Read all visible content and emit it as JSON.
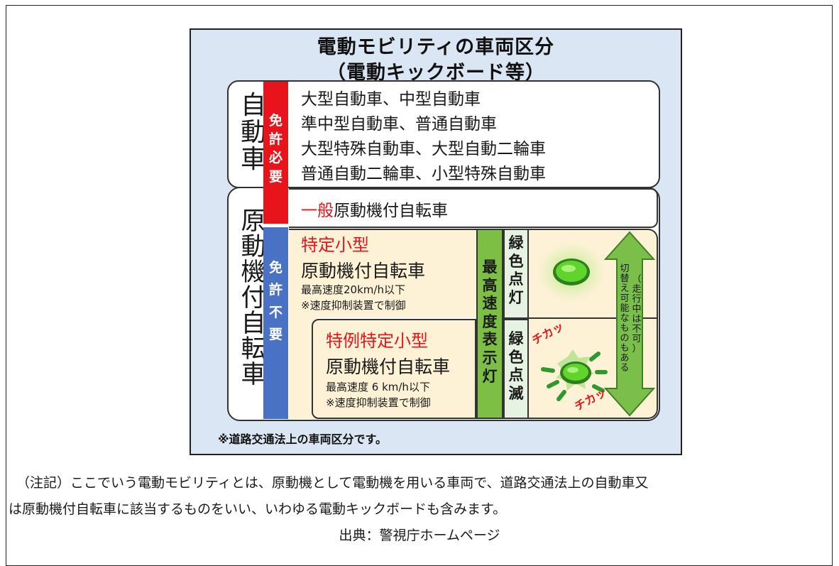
{
  "diagram": {
    "title_line1": "電動モビリティの車両区分",
    "title_line2": "（電動キックボード等）",
    "automobile": {
      "category_chars": [
        "自",
        "動",
        "車"
      ],
      "license_chars": [
        "免",
        "許",
        "必",
        "要"
      ],
      "items": [
        "大型自動車、中型自動車",
        "準中型自動車、普通自動車",
        "大型特殊自動車、大型自動二輪車",
        "普通自動二輪車、小型特殊自動車"
      ]
    },
    "moped": {
      "category_chars": [
        "原",
        "動",
        "機",
        "付",
        "自",
        "転",
        "車"
      ],
      "general_prefix": "一般",
      "general_rest": "原動機付自転車",
      "no_license_chars": [
        "免",
        "許",
        "不",
        "要"
      ],
      "specified": {
        "title": "特定小型",
        "name": "原動機付自転車",
        "speed": "最高速度20km/h以下",
        "control": "※速度抑制装置で制御"
      },
      "exceptional": {
        "title": "特例特定小型",
        "name": "原動機付自転車",
        "speed": "最高速度 6 km/h以下",
        "control": "※速度抑制装置で制御"
      },
      "speed_lamp_chars": [
        "最",
        "高",
        "速",
        "度",
        "表",
        "示",
        "灯"
      ],
      "steady_chars": [
        "緑",
        "色",
        "点",
        "灯"
      ],
      "blink_chars": [
        "緑",
        "色",
        "点",
        "滅"
      ],
      "flash_sound": "チカッ",
      "switch_chars": [
        "切",
        "替",
        "え",
        "可",
        "能",
        "な",
        "も",
        "の",
        "も",
        "あ",
        "る"
      ],
      "switch_sub_chars": [
        "（",
        "走",
        "行",
        "中",
        "は",
        "不",
        "可",
        "）"
      ]
    },
    "footnote": "※道路交通法上の車両区分です。"
  },
  "caption": {
    "line1": "（注記）ここでいう電動モビリティとは、原動機として電動機を用いる車両で、道路交通法上の自動車又",
    "line2": "は原動機付自転車に該当するものをいい、いわゆる電動キックボードも含みます。",
    "source": "出典：警視庁ホームページ"
  },
  "colors": {
    "license_required": "#e8141c",
    "license_not_required": "#4a72c4",
    "speed_lamp": "#7dbf45",
    "lamp_label_bg": "#e6f2e2",
    "figure_bg": "#dbe6f4",
    "cream": "#fdf1d6",
    "general_red": "#e8141c",
    "heading_red": "#e8141c"
  }
}
